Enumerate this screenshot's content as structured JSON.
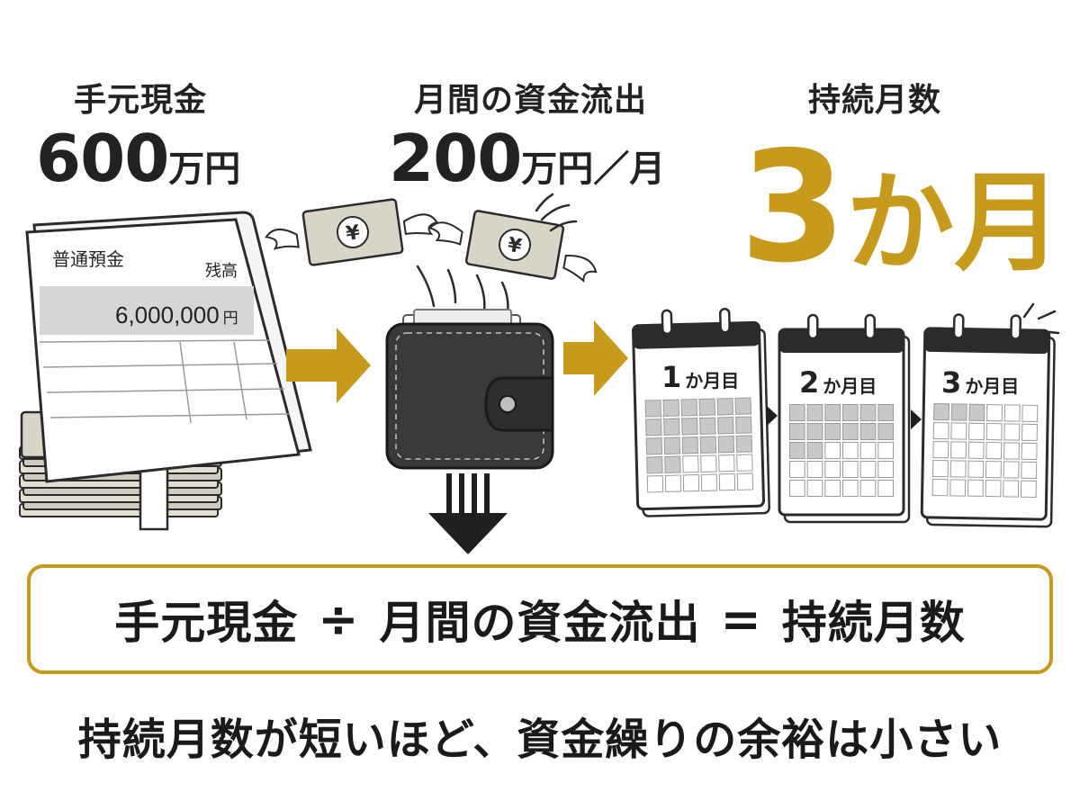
{
  "cash": {
    "label": "手元現金",
    "amount": "600",
    "unit": "万円"
  },
  "outflow": {
    "label": "月間の資金流出",
    "amount": "200",
    "unit": "万円／月"
  },
  "duration": {
    "label": "持続月数",
    "amount": "3",
    "unit": "か月"
  },
  "passbook": {
    "title": "普通預金",
    "balance_label": "残高",
    "amount": "6,000,000",
    "currency": "円"
  },
  "calendars": [
    {
      "number": "1",
      "suffix": "か月目",
      "filled_cells": 20
    },
    {
      "number": "2",
      "suffix": "か月目",
      "filled_cells": 14
    },
    {
      "number": "3",
      "suffix": "か月目",
      "filled_cells": 3
    }
  ],
  "formula": {
    "term1": "手元現金",
    "operator1": "÷",
    "term2": "月間の資金流出",
    "operator2": "=",
    "result": "持続月数"
  },
  "conclusion": "持続月数が短いほど、資金繰りの余裕は小さい",
  "colors": {
    "accent": "#c59a1d",
    "dark": "#2b2b2b",
    "cell_filled": "#c8c8c8",
    "cell_empty": "#ffffff"
  },
  "icons": {
    "money": "yen-bill-icon",
    "wallet": "wallet-icon",
    "arrow": "right-arrow-icon",
    "calendar": "calendar-icon"
  }
}
